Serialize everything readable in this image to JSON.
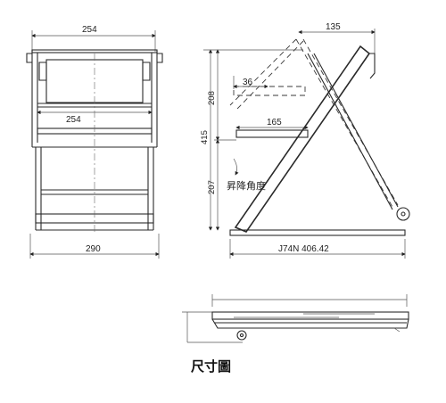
{
  "front_view": {
    "dim_top_width": "254",
    "dim_inner_width": "254",
    "dim_bottom_width": "290"
  },
  "side_view": {
    "dim_top_offset": "135",
    "dim_tray_36": "36",
    "dim_tray_165": "165",
    "dim_total_height": "415",
    "dim_upper_height": "208",
    "dim_lower_height": "207",
    "angle_label": "昇降角度",
    "model_label": "J74N 406.42"
  },
  "drawing_title": "尺寸圖"
}
